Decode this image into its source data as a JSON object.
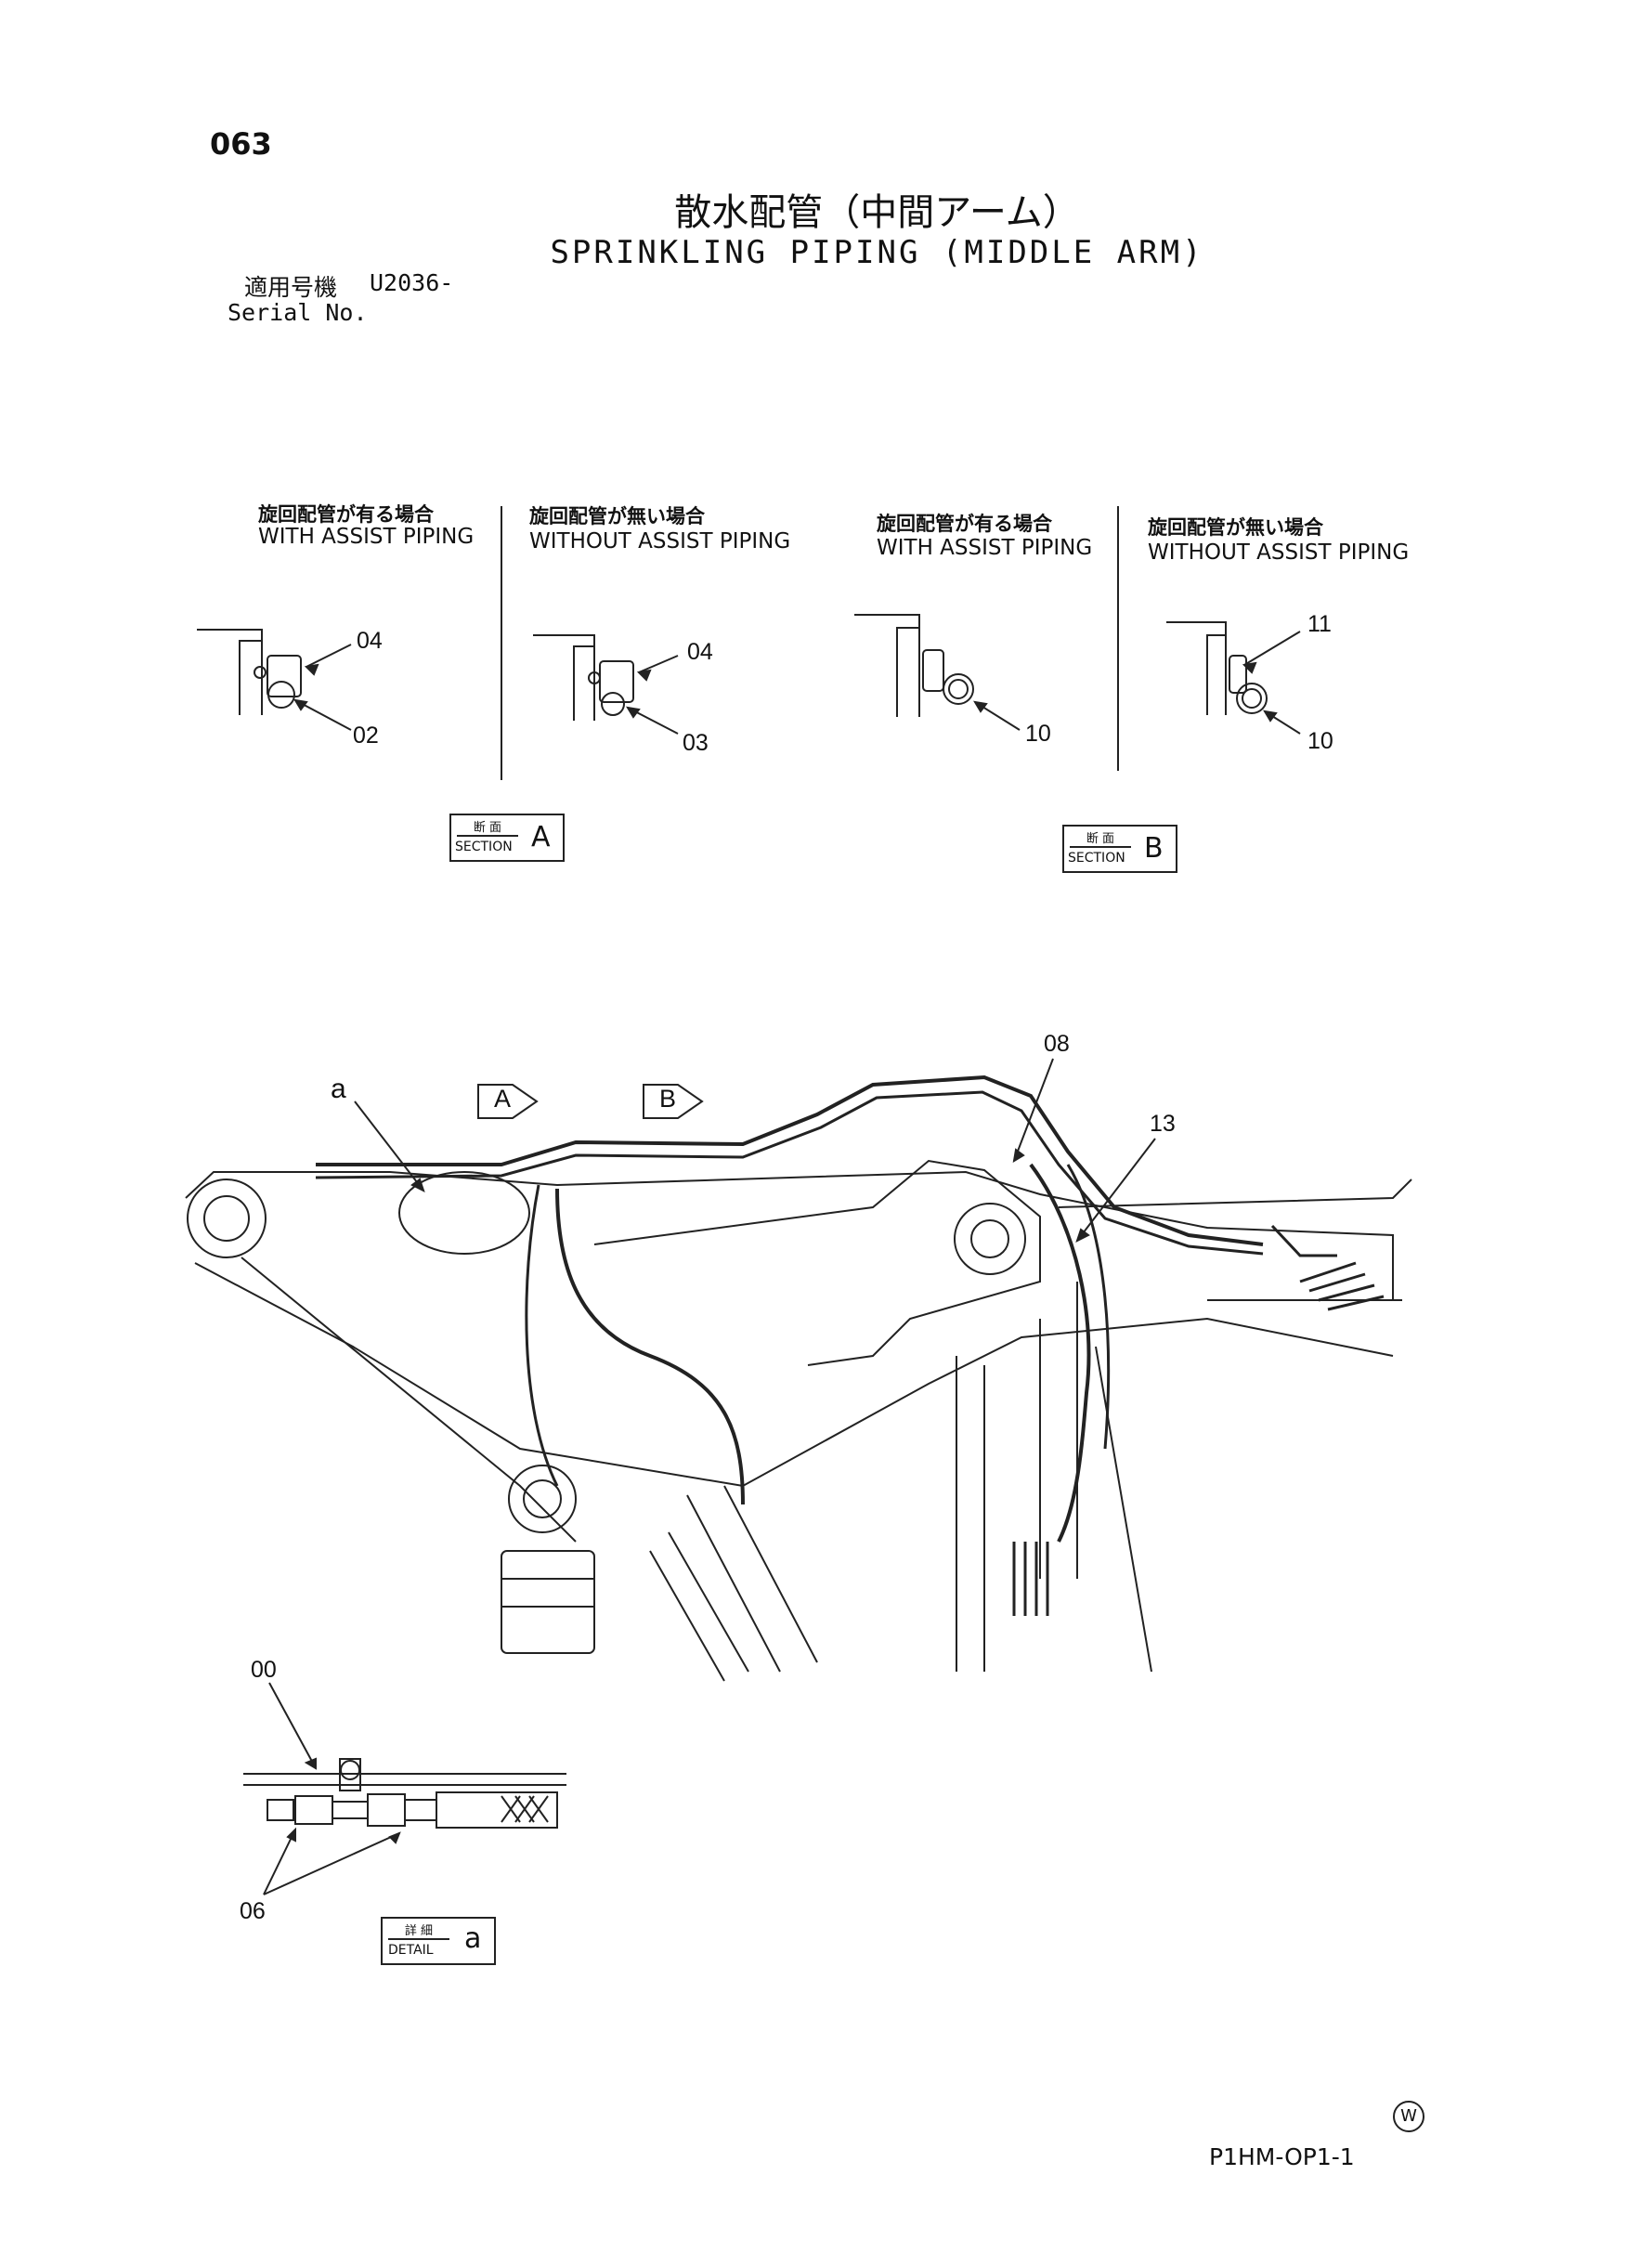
{
  "page": {
    "number": "063",
    "title_jp": "散水配管（中間アーム）",
    "title_en": "SPRINKLING PIPING (MIDDLE ARM)",
    "serial_label_jp": "適用号機",
    "serial_value": "U2036-",
    "serial_label_en": "Serial No.",
    "drawing_code": "P1HM-OP1-1",
    "mark": "W"
  },
  "sections": [
    {
      "id": "A",
      "tag_jp": "断 面",
      "tag_en": "SECTION",
      "tag_letter": "A",
      "views": [
        {
          "caption_jp": "旋回配管が有る場合",
          "caption_en": "WITH ASSIST PIPING",
          "callouts": [
            "04",
            "02"
          ]
        },
        {
          "caption_jp": "旋回配管が無い場合",
          "caption_en": "WITHOUT ASSIST PIPING",
          "callouts": [
            "04",
            "03"
          ]
        }
      ]
    },
    {
      "id": "B",
      "tag_jp": "断 面",
      "tag_en": "SECTION",
      "tag_letter": "B",
      "views": [
        {
          "caption_jp": "旋回配管が有る場合",
          "caption_en": "WITH ASSIST PIPING",
          "callouts": [
            "10"
          ]
        },
        {
          "caption_jp": "旋回配管が無い場合",
          "caption_en": "WITHOUT ASSIST PIPING",
          "callouts": [
            "11",
            "10"
          ]
        }
      ]
    }
  ],
  "main_view": {
    "callouts": [
      "a",
      "A",
      "B",
      "08",
      "13"
    ]
  },
  "detail": {
    "tag_jp": "詳 細",
    "tag_en": "DETAIL",
    "tag_letter": "a",
    "callouts": [
      "00",
      "06"
    ]
  }
}
